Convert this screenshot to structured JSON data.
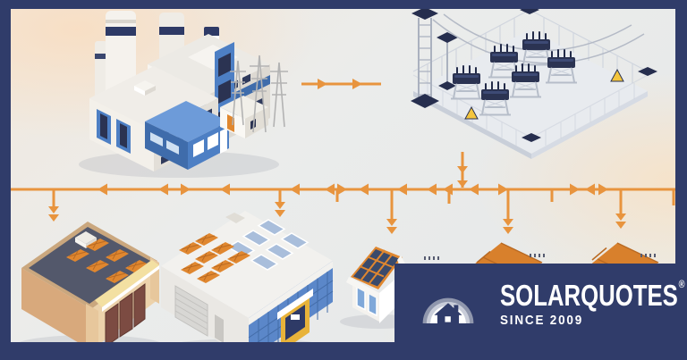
{
  "branding": {
    "logo_text": "SOLARQUOTES",
    "registered_mark": "®",
    "tagline": "SINCE 2009"
  },
  "scene": {
    "elements": [
      {
        "id": "power-plant",
        "label": "coal/gas power plant with chimneys"
      },
      {
        "id": "transmission-pylons",
        "label": "high-voltage transmission towers"
      },
      {
        "id": "transmission-flow-arrow",
        "label": "power flow arrow from plant to substation"
      },
      {
        "id": "substation",
        "label": "fenced electrical substation with transformers"
      },
      {
        "id": "grid-distribution-line",
        "label": "orange distribution line with direction arrows"
      },
      {
        "id": "shop",
        "label": "small shop with rooftop solar panels"
      },
      {
        "id": "commercial-building",
        "label": "commercial building with rooftop solar panels"
      },
      {
        "id": "house",
        "label": "house with solar roof"
      },
      {
        "id": "neighbor-house-rooftops",
        "label": "two more solar house rooftops"
      }
    ],
    "flows": [
      {
        "from": "power-plant",
        "to": "substation"
      },
      {
        "from": "substation",
        "to": "grid-distribution-line"
      },
      {
        "from": "grid-distribution-line",
        "to": "shop"
      },
      {
        "from": "grid-distribution-line",
        "to": "commercial-building"
      },
      {
        "from": "grid-distribution-line",
        "to": "house"
      },
      {
        "from": "grid-distribution-line",
        "to": "neighbor-house-rooftops"
      }
    ]
  },
  "colors": {
    "frame_navy": "#303c6a",
    "line_orange": "#e8943e",
    "solar_panel_orange": "#e0872f",
    "building_blue": "#4d7fc4",
    "transformer_navy": "#2b3352",
    "logo_text": "#ffffff",
    "background_peach": "#f8e2cb",
    "background_gray": "#e9ebeb"
  }
}
